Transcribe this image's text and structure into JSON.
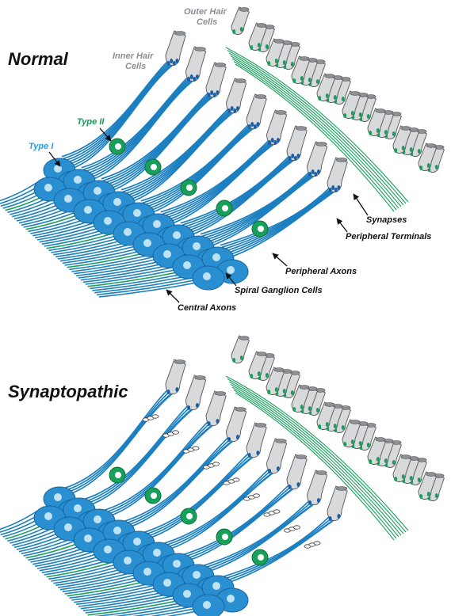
{
  "panels": {
    "normal": {
      "title": "Normal"
    },
    "synaptopathic": {
      "title": "Synaptopathic"
    }
  },
  "labels": {
    "outer_hair_cells_1": "Outer Hair",
    "outer_hair_cells_2": "Cells",
    "inner_hair_cells_1": "Inner Hair",
    "inner_hair_cells_2": "Cells",
    "type_i": "Type I",
    "type_ii": "Type II",
    "synapses": "Synapses",
    "peripheral_terminals": "Peripheral Terminals",
    "peripheral_axons": "Peripheral Axons",
    "spiral_ganglion_cells": "Spiral Ganglion Cells",
    "central_axons": "Central Axons"
  },
  "colors": {
    "type_i_neuron": "#1b7fc0",
    "type_i_label": "#1ca3dd",
    "type_ii_neuron": "#17a05a",
    "hair_cell_fill": "#d7d9db",
    "hair_cell_stroke": "#555555",
    "outer_hair_synapse": "#17a05a",
    "inner_hair_synapse": "#1b5fa8"
  }
}
